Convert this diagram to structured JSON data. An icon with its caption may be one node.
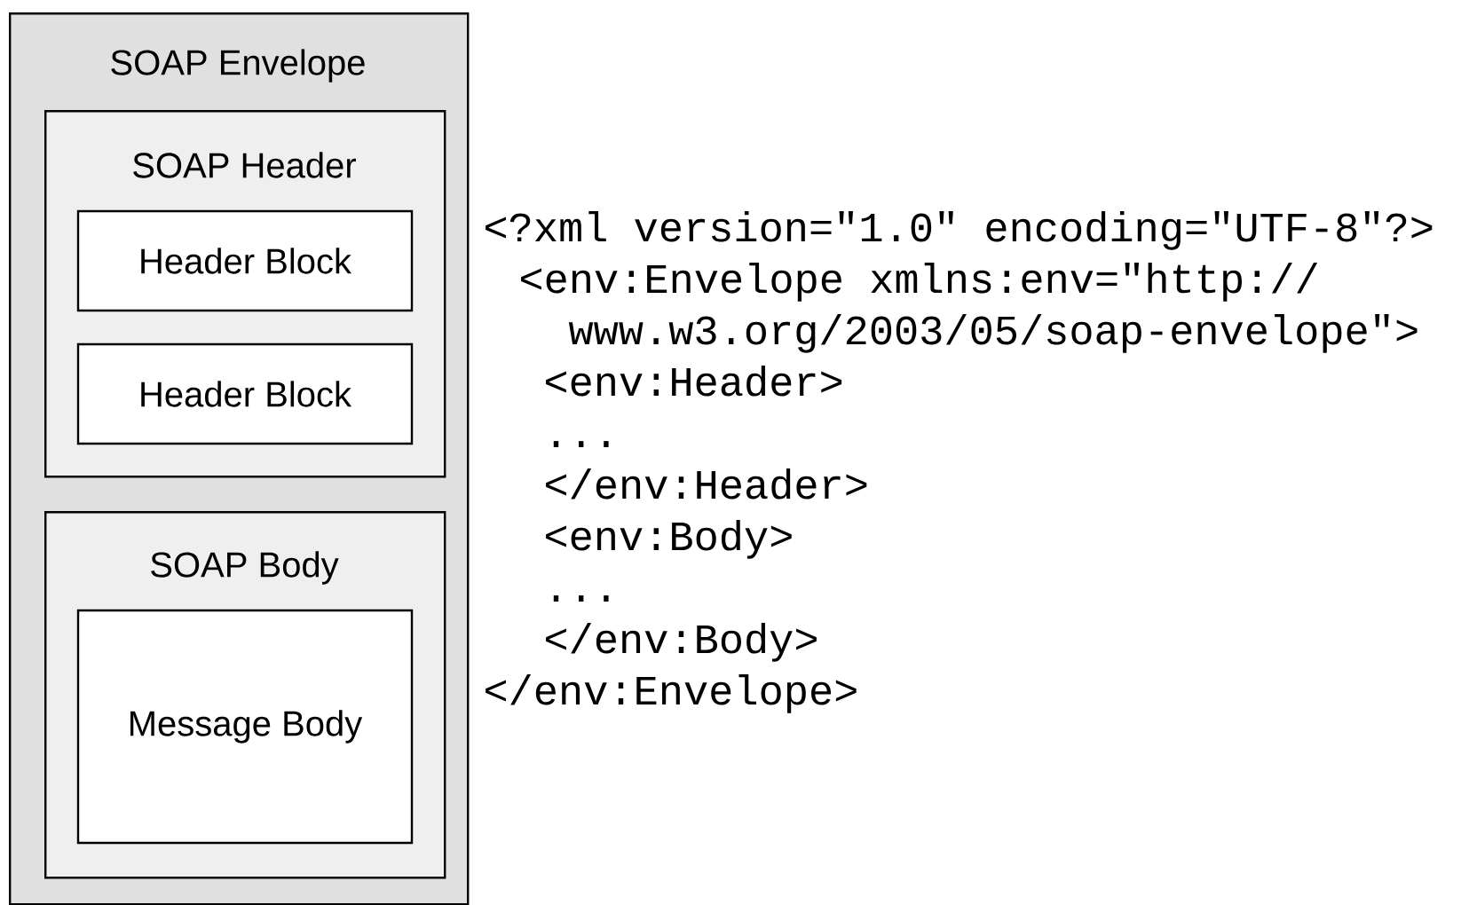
{
  "diagram": {
    "nodes": [
      {
        "text": [
          "SOAP Envelope"
        ]
      },
      {
        "text": [
          "SOAP Header"
        ],
        "in": 0
      },
      {
        "text": [
          "Header Block"
        ],
        "in": 1
      },
      {
        "text": [
          "Header Block"
        ],
        "in": 1
      },
      {
        "text": [
          "SOAP Body"
        ],
        "in": 0
      },
      {
        "text": [
          "Message Body"
        ],
        "in": 4
      }
    ],
    "labels": [
      "<?xml version=\"1.0\" encoding=\"UTF-8\"?>",
      "<env:Envelope xmlns:env=\"http://",
      "www.w3.org/2003/05/soap-envelope\">",
      "<env:Header>",
      "...",
      "</env:Header>",
      "<env:Body>",
      "...",
      "</env:Body>",
      "</env:Envelope>"
    ]
  }
}
